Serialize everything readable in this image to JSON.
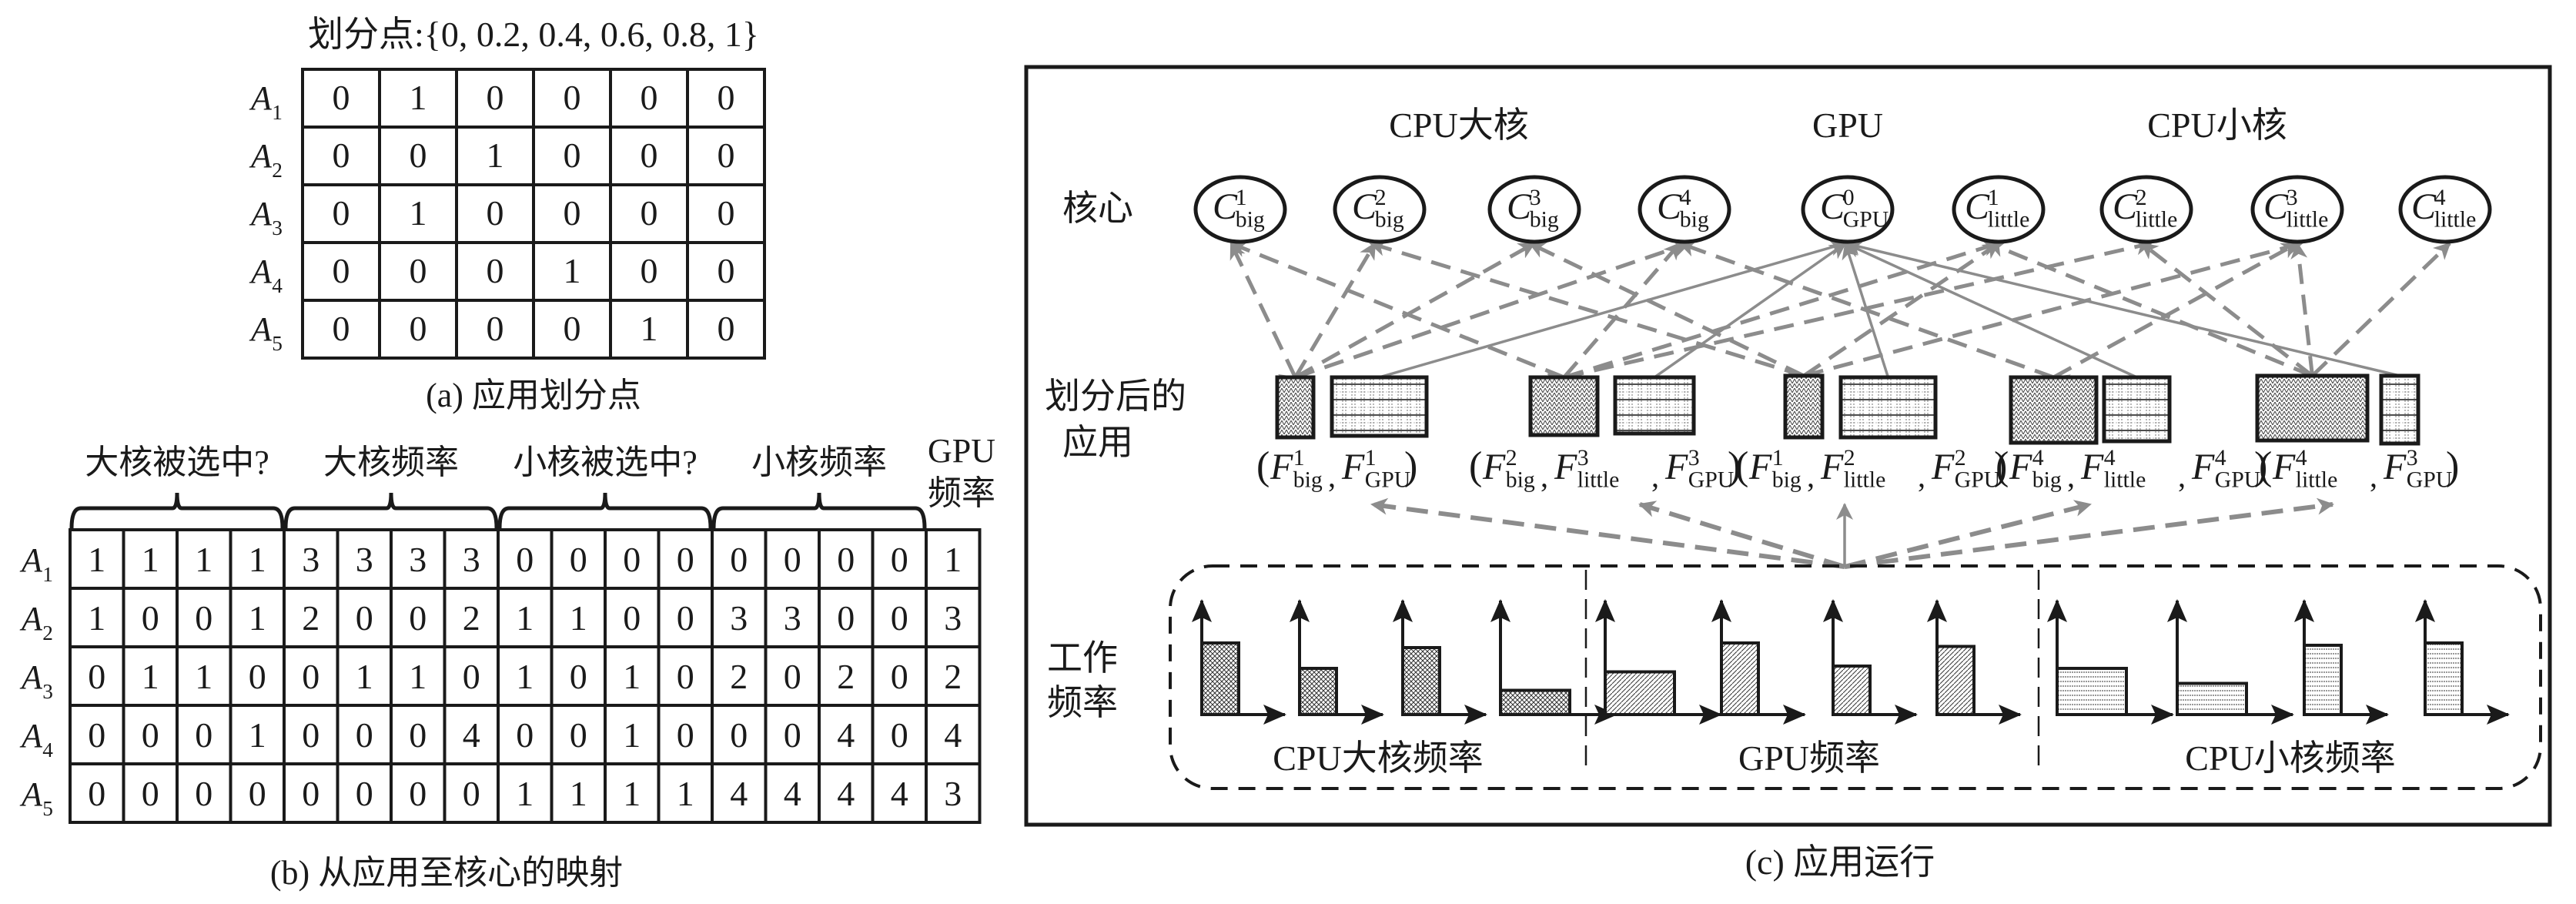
{
  "panel_a": {
    "header": "划分点:{0, 0.2, 0.4, 0.6, 0.8, 1}",
    "row_labels": [
      {
        "base": "A",
        "sub": "1"
      },
      {
        "base": "A",
        "sub": "2"
      },
      {
        "base": "A",
        "sub": "3"
      },
      {
        "base": "A",
        "sub": "4"
      },
      {
        "base": "A",
        "sub": "5"
      }
    ],
    "rows": [
      [
        0,
        1,
        0,
        0,
        0,
        0
      ],
      [
        0,
        0,
        1,
        0,
        0,
        0
      ],
      [
        0,
        1,
        0,
        0,
        0,
        0
      ],
      [
        0,
        0,
        0,
        1,
        0,
        0
      ],
      [
        0,
        0,
        0,
        0,
        1,
        0
      ]
    ],
    "caption": "(a)  应用划分点"
  },
  "panel_b": {
    "group_headers": [
      "大核被选中?",
      "大核频率",
      "小核被选中?",
      "小核频率"
    ],
    "gpu_header_line1": "GPU",
    "gpu_header_line2": "频率",
    "row_labels": [
      {
        "base": "A",
        "sub": "1"
      },
      {
        "base": "A",
        "sub": "2"
      },
      {
        "base": "A",
        "sub": "3"
      },
      {
        "base": "A",
        "sub": "4"
      },
      {
        "base": "A",
        "sub": "5"
      }
    ],
    "rows": [
      [
        1,
        1,
        1,
        1,
        3,
        3,
        3,
        3,
        0,
        0,
        0,
        0,
        0,
        0,
        0,
        0,
        1
      ],
      [
        1,
        0,
        0,
        1,
        2,
        0,
        0,
        2,
        1,
        1,
        0,
        0,
        3,
        3,
        0,
        0,
        3
      ],
      [
        0,
        1,
        1,
        0,
        0,
        1,
        1,
        0,
        1,
        0,
        1,
        0,
        2,
        0,
        2,
        0,
        2
      ],
      [
        0,
        0,
        0,
        1,
        0,
        0,
        0,
        4,
        0,
        0,
        1,
        0,
        0,
        0,
        4,
        0,
        4
      ],
      [
        0,
        0,
        0,
        0,
        0,
        0,
        0,
        0,
        1,
        1,
        1,
        1,
        4,
        4,
        4,
        4,
        3
      ]
    ],
    "caption": "(b)  从应用至核心的映射"
  },
  "panel_c": {
    "group_titles": [
      "CPU大核",
      "GPU",
      "CPU小核"
    ],
    "row_label_cores": "核心",
    "row_label_apps_line1": "划分后的",
    "row_label_apps_line2": "应用",
    "row_label_freq_line1": "工作",
    "row_label_freq_line2": "频率",
    "cores": [
      {
        "id": "big1",
        "base": "C",
        "sup": "1",
        "sub": "big"
      },
      {
        "id": "big2",
        "base": "C",
        "sup": "2",
        "sub": "big"
      },
      {
        "id": "big3",
        "base": "C",
        "sup": "3",
        "sub": "big"
      },
      {
        "id": "big4",
        "base": "C",
        "sup": "4",
        "sub": "big"
      },
      {
        "id": "gpu",
        "base": "C",
        "sup": "0",
        "sub": "GPU"
      },
      {
        "id": "little1",
        "base": "C",
        "sup": "1",
        "sub": "little"
      },
      {
        "id": "little2",
        "base": "C",
        "sup": "2",
        "sub": "little"
      },
      {
        "id": "little3",
        "base": "C",
        "sup": "3",
        "sub": "little"
      },
      {
        "id": "little4",
        "base": "C",
        "sup": "4",
        "sub": "little"
      }
    ],
    "apps": [
      {
        "name": "A1",
        "blocks": [
          {
            "kind": "cpu",
            "share": 0.2,
            "targets": [
              "big1",
              "big2",
              "big3",
              "big4"
            ]
          },
          {
            "kind": "gpu",
            "share": 0.8,
            "targets": [
              "gpu"
            ]
          }
        ],
        "freq_label": [
          {
            "base": "F",
            "sup": "1",
            "sub": "big"
          },
          {
            "base": "F",
            "sup": "1",
            "sub": "GPU"
          }
        ]
      },
      {
        "name": "A2",
        "blocks": [
          {
            "kind": "cpu",
            "share": 0.4,
            "targets": [
              "big1",
              "big4",
              "little1",
              "little2"
            ]
          },
          {
            "kind": "gpu",
            "share": 0.6,
            "targets": [
              "gpu"
            ]
          }
        ],
        "freq_label": [
          {
            "base": "F",
            "sup": "2",
            "sub": "big"
          },
          {
            "base": "F",
            "sup": "3",
            "sub": "little"
          },
          {
            "base": "F",
            "sup": "3",
            "sub": "GPU"
          }
        ]
      },
      {
        "name": "A3",
        "blocks": [
          {
            "kind": "cpu",
            "share": 0.2,
            "targets": [
              "big2",
              "big3",
              "little1",
              "little3"
            ]
          },
          {
            "kind": "gpu",
            "share": 0.8,
            "targets": [
              "gpu"
            ]
          }
        ],
        "freq_label": [
          {
            "base": "F",
            "sup": "1",
            "sub": "big"
          },
          {
            "base": "F",
            "sup": "2",
            "sub": "little"
          },
          {
            "base": "F",
            "sup": "2",
            "sub": "GPU"
          }
        ]
      },
      {
        "name": "A4",
        "blocks": [
          {
            "kind": "cpu",
            "share": 0.6,
            "targets": [
              "big4",
              "little3"
            ]
          },
          {
            "kind": "gpu",
            "share": 0.4,
            "targets": [
              "gpu"
            ]
          }
        ],
        "freq_label": [
          {
            "base": "F",
            "sup": "4",
            "sub": "big"
          },
          {
            "base": "F",
            "sup": "4",
            "sub": "little"
          },
          {
            "base": "F",
            "sup": "4",
            "sub": "GPU"
          }
        ]
      },
      {
        "name": "A5",
        "blocks": [
          {
            "kind": "cpu",
            "share": 0.8,
            "targets": [
              "little1",
              "little2",
              "little3",
              "little4"
            ]
          },
          {
            "kind": "gpu",
            "share": 0.2,
            "targets": [
              "gpu"
            ]
          }
        ],
        "freq_label": [
          {
            "base": "F",
            "sup": "4",
            "sub": "little"
          },
          {
            "base": "F",
            "sup": "3",
            "sub": "GPU"
          }
        ]
      }
    ],
    "freq_groups": [
      {
        "label": "CPU大核频率",
        "pattern": "cross",
        "levels": [
          0.62,
          0.4,
          0.58,
          0.21
        ],
        "wide": [
          false,
          false,
          false,
          true
        ]
      },
      {
        "label": "GPU频率",
        "pattern": "diag",
        "levels": [
          0.37,
          0.62,
          0.42,
          0.59
        ],
        "wide": [
          true,
          false,
          false,
          false
        ]
      },
      {
        "label": "CPU小核频率",
        "pattern": "dots",
        "levels": [
          0.4,
          0.27,
          0.6,
          0.62
        ],
        "wide": [
          true,
          true,
          false,
          false
        ]
      }
    ],
    "caption": "(c)  应用运行"
  },
  "colors": {
    "ink": "#1a1a1a",
    "arrow": "#8c8c8c",
    "fill_gray": "#c8c8c8"
  }
}
